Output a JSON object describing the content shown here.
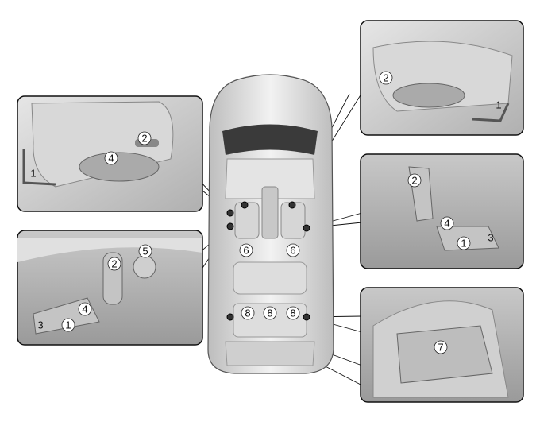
{
  "diagram": {
    "car": {
      "callouts": [
        "6",
        "6",
        "8",
        "8",
        "8"
      ]
    },
    "panel_driver_side_front": {
      "callouts": [
        "2",
        "4",
        "1"
      ]
    },
    "panel_driver_switch": {
      "callouts": [
        "5",
        "2",
        "4",
        "3",
        "1"
      ]
    },
    "panel_passenger_seat": {
      "callouts": [
        "2",
        "1"
      ]
    },
    "panel_passenger_switch": {
      "callouts": [
        "2",
        "4",
        "1",
        "3"
      ]
    },
    "panel_rear_seat": {
      "callouts": [
        "7"
      ]
    }
  }
}
